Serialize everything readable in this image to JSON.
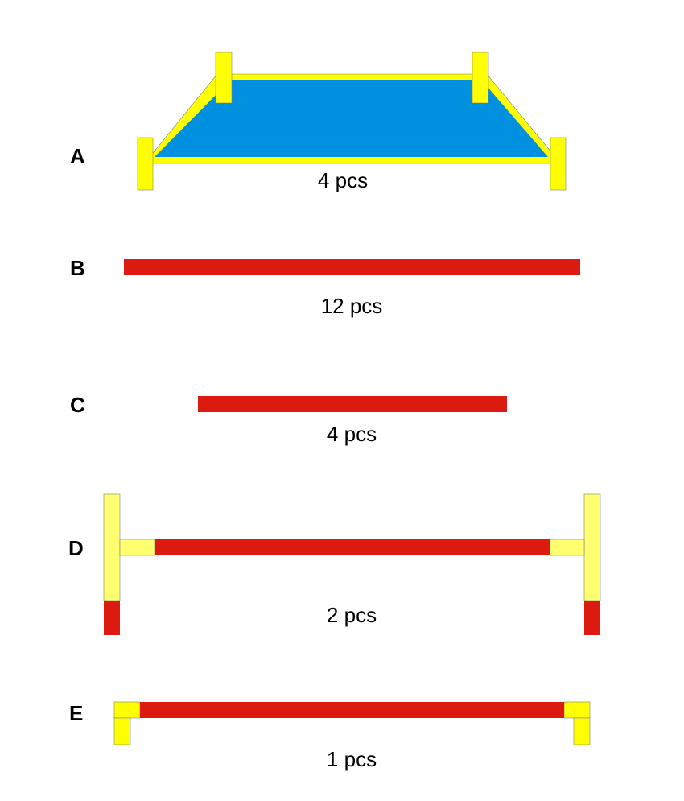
{
  "colors": {
    "blue_panel": "#0090e0",
    "yellow": "#ffff00",
    "light_yellow": "#ffff70",
    "red": "#dd1a10",
    "text": "#000000"
  },
  "parts": [
    {
      "id": "A",
      "letter": "A",
      "quantity": "4 pcs",
      "shape": "trapezoid-panel-with-four-yellow-posts"
    },
    {
      "id": "B",
      "letter": "B",
      "quantity": "12 pcs",
      "shape": "long-red-bar"
    },
    {
      "id": "C",
      "letter": "C",
      "quantity": "4 pcs",
      "shape": "short-red-bar"
    },
    {
      "id": "D",
      "letter": "D",
      "quantity": "2 pcs",
      "shape": "red-bar-with-tall-end-posts"
    },
    {
      "id": "E",
      "letter": "E",
      "quantity": "1 pcs",
      "shape": "red-bar-with-l-brackets"
    }
  ]
}
